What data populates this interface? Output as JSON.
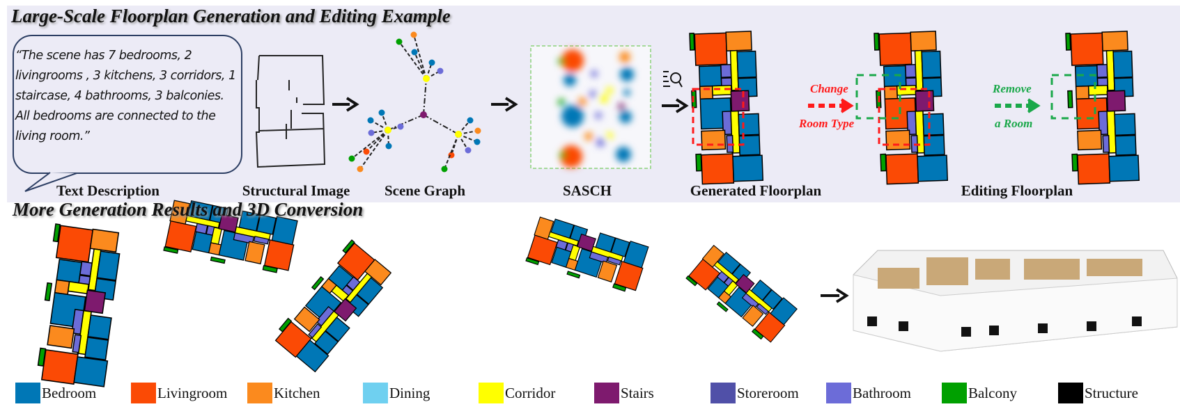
{
  "top": {
    "title": "Large-Scale Floorplan Generation and Editing Example",
    "text_description": "“The scene has 7 bedrooms, 2 livingrooms , 3 kitchens, 3 corridors, 1 staircase, 4 bathrooms, 3 balconies. All bedrooms are connected to the living room.”",
    "labels": {
      "text": "Text Description",
      "structural": "Structural Image",
      "graph": "Scene Graph",
      "sasch": "SASCH",
      "generated": "Generated Floorplan",
      "editing": "Editing Floorplan"
    },
    "edit1": {
      "line1": "Change",
      "line2": "Room Type",
      "color": "#ff1a1a"
    },
    "edit2": {
      "line1": "Remove",
      "line2": "a Room",
      "color": "#1aa84a"
    }
  },
  "bottom": {
    "title": "More Generation Results and 3D Conversion"
  },
  "legend": [
    {
      "label": "Bedroom",
      "color": "#0077b6"
    },
    {
      "label": "Livingroom",
      "color": "#fb4a05"
    },
    {
      "label": "Kitchen",
      "color": "#fb8a1e"
    },
    {
      "label": "Dining",
      "color": "#6fd0f0"
    },
    {
      "label": "Corridor",
      "color": "#ffff00"
    },
    {
      "label": "Stairs",
      "color": "#7e1a6e"
    },
    {
      "label": "Storeroom",
      "color": "#5050a8"
    },
    {
      "label": "Bathroom",
      "color": "#6c6cd8"
    },
    {
      "label": "Balcony",
      "color": "#00a000"
    },
    {
      "label": "Structure",
      "color": "#000000"
    }
  ]
}
